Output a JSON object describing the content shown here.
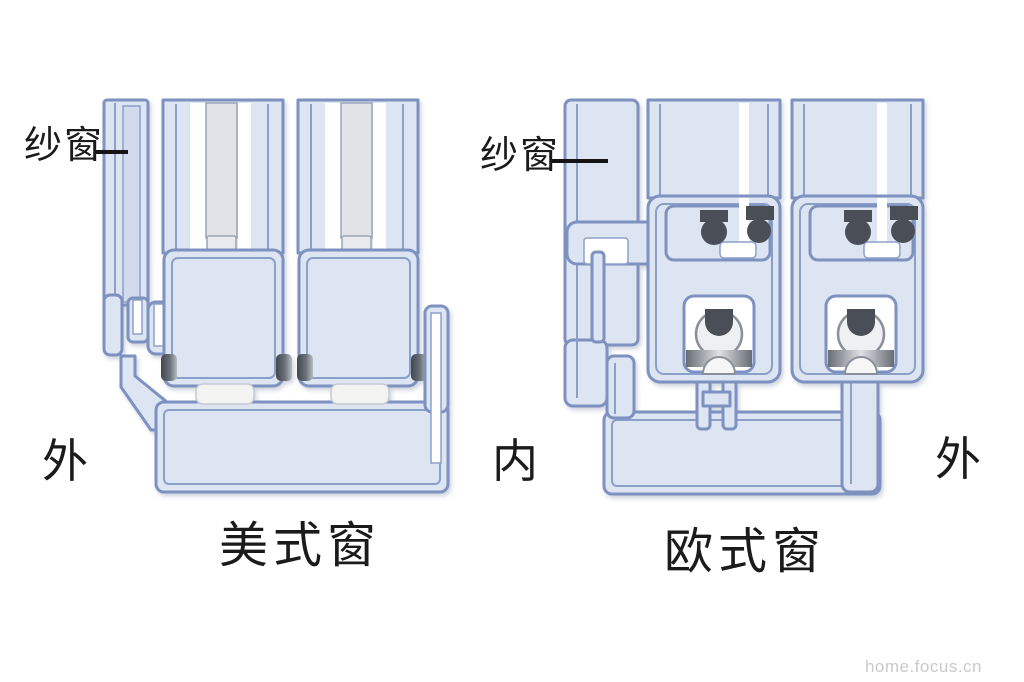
{
  "page": {
    "watermark": "home.focus.cn"
  },
  "colors": {
    "background": "#ffffff",
    "profile_fill": "#dde4f2",
    "profile_stroke": "#7d92c0",
    "inner_line": "#8ba0c9",
    "glass_fill": "#e2e3e7",
    "glass_stroke": "#9aa3b5",
    "seal_dark": "#4a4f57",
    "label_color": "#1b1b1b",
    "watermark_color": "#c9c9c9"
  },
  "diagram_left": {
    "title": "美式窗",
    "screen_label": "纱窗",
    "side_label": "外"
  },
  "diagram_right": {
    "title": "欧式窗",
    "screen_label": "纱窗",
    "side_label_inner": "内",
    "side_label_outer": "外"
  }
}
